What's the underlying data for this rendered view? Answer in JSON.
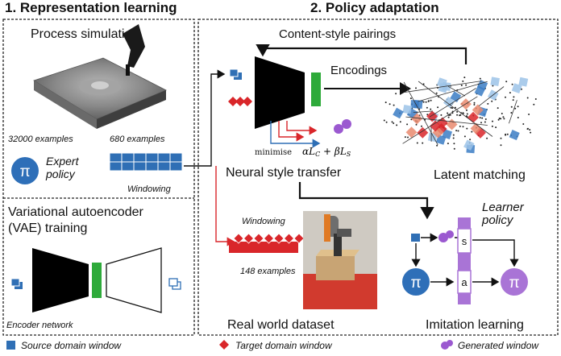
{
  "sections": {
    "left_title": "1. Representation learning",
    "right_title": "2. Policy adaptation"
  },
  "left": {
    "process_simulation": "Process simulation",
    "examples_32000": "32000 examples",
    "examples_680": "680 examples",
    "expert_policy_line1": "Expert",
    "expert_policy_line2": "policy",
    "pi_symbol": "π",
    "windowing": "Windowing",
    "vae_line1": "Variational autoencoder",
    "vae_line2": "(VAE) training",
    "encoder_network": "Encoder network"
  },
  "right": {
    "content_style_pairings": "Content-style pairings",
    "encodings": "Encodings",
    "minimise": "minimise",
    "loss_formula": "αL",
    "loss_c": "C",
    "loss_plus_beta": " + βL",
    "loss_s": "S",
    "neural_style_transfer": "Neural style transfer",
    "latent_matching": "Latent matching",
    "windowing": "Windowing",
    "examples_148": "148 examples",
    "learner_policy_line1": "Learner",
    "learner_policy_line2": "policy",
    "state_label": "s",
    "action_label": "a",
    "pi_symbol": "π",
    "real_world_dataset": "Real world dataset",
    "imitation_learning": "Imitation learning"
  },
  "legend": {
    "source": "Source domain window",
    "target": "Target domain window",
    "generated": "Generated window"
  },
  "colors": {
    "source_blue": "#2f6fb5",
    "target_red": "#d9262a",
    "generated_purple": "#9b59d0",
    "encoder_green": "#2eaa3a",
    "pi_circle": "#2e6fb8",
    "pi_purple": "#a974d6"
  }
}
